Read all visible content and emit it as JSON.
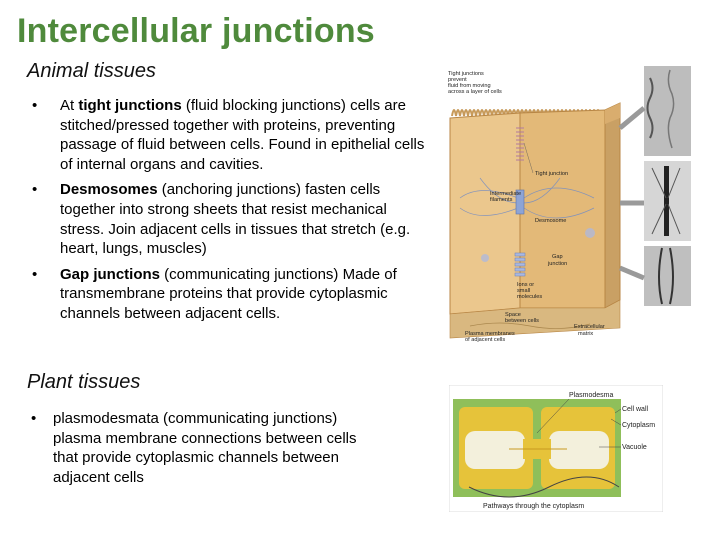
{
  "title": "Intercellular junctions",
  "animal": {
    "heading": "Animal tissues",
    "items": [
      {
        "term": "tight junctions",
        "pre": "At ",
        "rest": " (fluid blocking junctions) cells are stitched/pressed together with proteins, preventing passage of fluid between cells. Found in epithelial cells of internal organs and cavities."
      },
      {
        "term": "Desmosomes",
        "pre": "",
        "rest": " (anchoring junctions) fasten cells together into strong sheets that resist mechanical stress. Join adjacent cells in tissues that stretch (e.g. heart, lungs, muscles)"
      },
      {
        "term": "Gap junctions",
        "pre": "",
        "rest": " (communicating junctions) Made of transmembrane proteins that provide cytoplasmic channels between adjacent cells."
      }
    ]
  },
  "plant": {
    "heading": "Plant tissues",
    "items": [
      {
        "text": "plasmodesmata (communicating junctions) plasma membrane connections between cells that provide cytoplasmic channels between adjacent cells"
      }
    ]
  },
  "animal_figure": {
    "labels": {
      "tight_note_1": "Tight junctions",
      "tight_note_2": "prevent",
      "tight_note_3": "fluid from moving",
      "tight_note_4": "across a layer of cells",
      "tight_junction": "Tight junction",
      "intermediate_1": "Intermediate",
      "intermediate_2": "filaments",
      "desmosome": "Desmosome",
      "gap_1": "Gap",
      "gap_2": "junction",
      "ions_1": "Ions or",
      "ions_2": "small",
      "ions_3": "molecules",
      "space_1": "Space",
      "space_2": "between cells",
      "plasma_1": "Plasma membranes",
      "plasma_2": "of adjacent cells",
      "ecm_1": "Extracellular",
      "ecm_2": "matrix"
    }
  },
  "plant_figure": {
    "labels": {
      "plasmodesma": "Plasmodesma",
      "cell_wall": "Cell wall",
      "cytoplasm": "Cytoplasm",
      "vacuole": "Vacuole",
      "pathways": "Pathways through the cytoplasm"
    }
  },
  "colors": {
    "title": "#4f8a3c",
    "cell_fill": "#e9c48a",
    "cell_edge": "#b88645",
    "plant_wall": "#8fbf5a",
    "cytoplasm": "#e6c33a",
    "vacuole": "#f3f0dc"
  }
}
